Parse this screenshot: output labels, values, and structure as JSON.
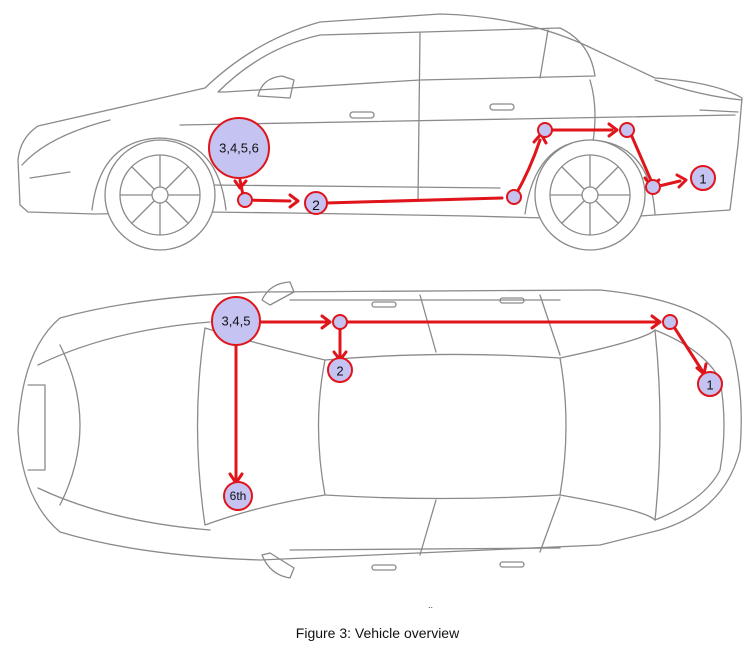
{
  "caption": "Figure 3: Vehicle overview",
  "dots": "..",
  "colors": {
    "route": "#e0141b",
    "node_fill": "#c5c3f2",
    "outline": "#8a8a8a"
  },
  "side_view": {
    "labels": {
      "main": "3,4,5,6",
      "two": "2",
      "one": "1"
    }
  },
  "top_view": {
    "labels": {
      "main": "3,4,5",
      "two": "2",
      "one": "1",
      "sixth": "6th"
    }
  }
}
